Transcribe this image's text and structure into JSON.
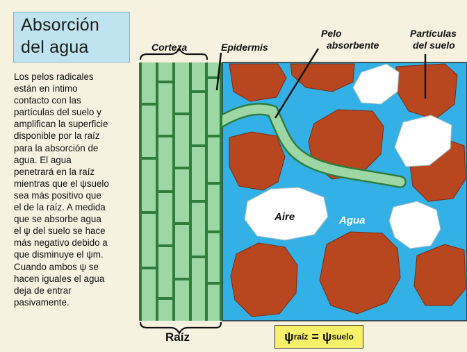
{
  "title": {
    "line1": "Absorción",
    "line2": "del agua"
  },
  "description": {
    "lines": [
      "Los pelos radicales",
      "están en íntimo",
      "contacto con las",
      "partículas del suelo y",
      "amplifican la superficie",
      "disponible por la raíz",
      "para la absorción de",
      "agua. El agua",
      "penetrará en la raíz",
      "mientras que el ψsuelo",
      "sea más positivo que",
      "el de la raíz. A medida",
      "que se absorbe agua",
      "el ψ del suelo se hace",
      "más negativo debido a",
      "que disminuye el ψm.",
      "Cuando ambos ψ se",
      "hacen iguales el agua",
      "deja de entrar",
      "pasivamente."
    ]
  },
  "labels": {
    "corteza": "Corteza",
    "epidermis": "Epidermis",
    "pelo_line1": "Pelo",
    "pelo_line2": "absorbente",
    "particulas_line1": "Partículas",
    "particulas_line2": "del suelo",
    "aire": "Aire",
    "agua": "Agua",
    "raiz": "Raíz"
  },
  "formula": {
    "psi": "ψ",
    "sub_left": "raíz",
    "equals": " = ",
    "sub_right": "suelo"
  },
  "colors": {
    "background": "#f7f1df",
    "water": "#33b1e6",
    "soil": "#b8461e",
    "air": "#ffffff",
    "root_tissue": "#9ed7a6",
    "cell_walls": "#2f7d3c",
    "title_box": "#bfe3ef",
    "formula_box": "#f7f06a"
  }
}
